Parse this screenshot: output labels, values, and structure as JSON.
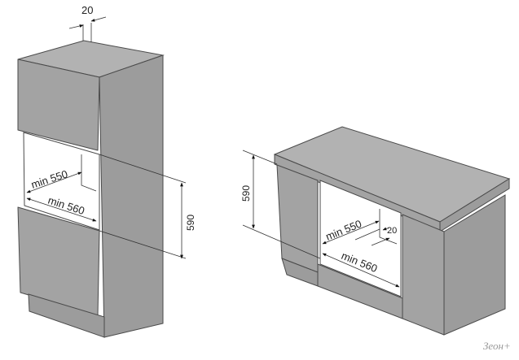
{
  "left_cabinet": {
    "top_gap": "20",
    "depth_label": "min 550",
    "width_label": "min 560",
    "height_label": "590"
  },
  "right_cabinet": {
    "height_label": "590",
    "depth_label": "min 550",
    "gap_label": "20",
    "width_label": "min 560"
  },
  "watermark": "Зеон+",
  "colors": {
    "panel": "#a3a3a3",
    "outline": "#4a4a4a"
  }
}
